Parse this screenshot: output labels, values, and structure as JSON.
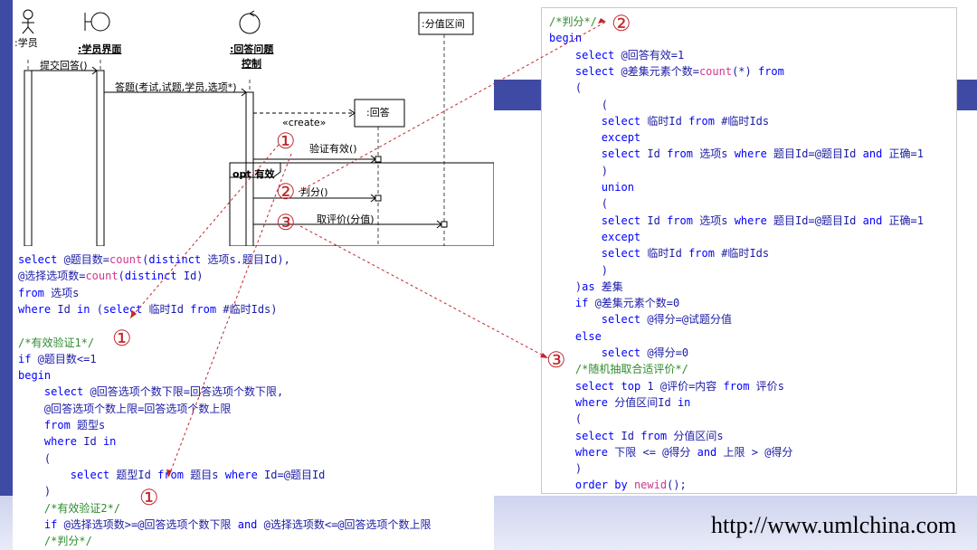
{
  "diagram": {
    "actors": {
      "student": ":学员",
      "ui": ":学员界面",
      "control_l1": ":回答问题",
      "control_l2": "控制",
      "range": ":分值区间"
    },
    "objects": {
      "answer": ":回答"
    },
    "messages": {
      "submit": "提交回答()",
      "answer_q": "答题(考试,试题,学员,选项*)",
      "create": "«create»",
      "validate": "验证有效()",
      "score": "判分()",
      "evaluate": "取评价(分值)"
    },
    "fragment": {
      "label": "opt 有效"
    }
  },
  "markers": {
    "one": "①",
    "two": "②",
    "three": "③"
  },
  "left_code": [
    "select @题目数=count(distinct 选项s.题目Id),",
    "@选择选项数=count(distinct Id)",
    "from 选项s",
    "where Id in (select 临时Id from #临时Ids)",
    "",
    "/*有效验证1*/",
    "if @题目数<=1",
    "begin",
    "    select @回答选项个数下限=回答选项个数下限,",
    "    @回答选项个数上限=回答选项个数上限",
    "    from 题型s",
    "    where Id in",
    "    (",
    "        select 题型Id from 题目s where Id=@题目Id",
    "    )",
    "    /*有效验证2*/",
    "    if @选择选项数>=@回答选项个数下限 and @选择选项数<=@回答选项个数上限",
    "    /*判分*/"
  ],
  "right_code": [
    "/*判分*/",
    "begin",
    "    select @回答有效=1",
    "    select @差集元素个数=count(*) from",
    "    (",
    "        (",
    "        select 临时Id from #临时Ids",
    "        except",
    "        select Id from 选项s where 题目Id=@题目Id and 正确=1",
    "        )",
    "        union",
    "        (",
    "        select Id from 选项s where 题目Id=@题目Id and 正确=1",
    "        except",
    "        select 临时Id from #临时Ids",
    "        )",
    "    )as 差集",
    "    if @差集元素个数=0",
    "        select @得分=@试题分值",
    "    else",
    "        select @得分=0",
    "    /*随机抽取合适评价*/",
    "    select top 1 @评价=内容 from 评价s",
    "    where 分值区间Id in",
    "    (",
    "    select Id from 分值区间s",
    "    where 下限 <= @得分 and 上限 > @得分",
    "    )",
    "    order by newid();"
  ],
  "footer": {
    "url": "http://www.umlchina.com"
  },
  "colors": {
    "accent_red": "#c0262c",
    "keyword_blue": "#0000ff",
    "comment_green": "#2e8b2e",
    "function_pink": "#d4348c"
  }
}
